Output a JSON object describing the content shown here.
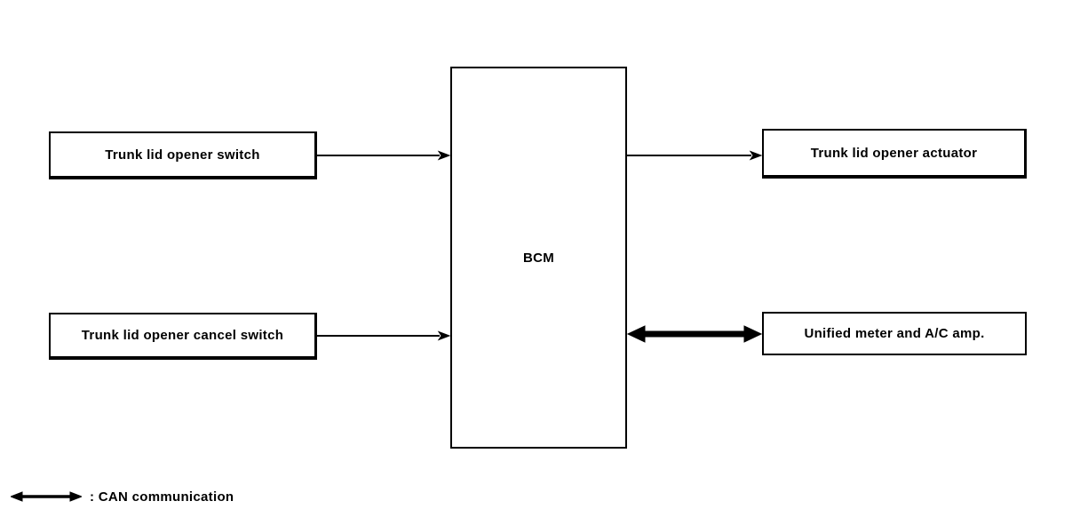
{
  "diagram": {
    "boxes": {
      "trunk_lid_opener_switch": "Trunk lid opener switch",
      "trunk_lid_opener_cancel_switch": "Trunk lid opener cancel switch",
      "bcm": "BCM",
      "trunk_lid_opener_actuator": "Trunk lid opener actuator",
      "unified_meter_ac_amp": "Unified meter and A/C amp."
    },
    "legend": {
      "label": ": CAN communication"
    },
    "colors": {
      "ink": "#000000",
      "background": "#ffffff"
    }
  }
}
